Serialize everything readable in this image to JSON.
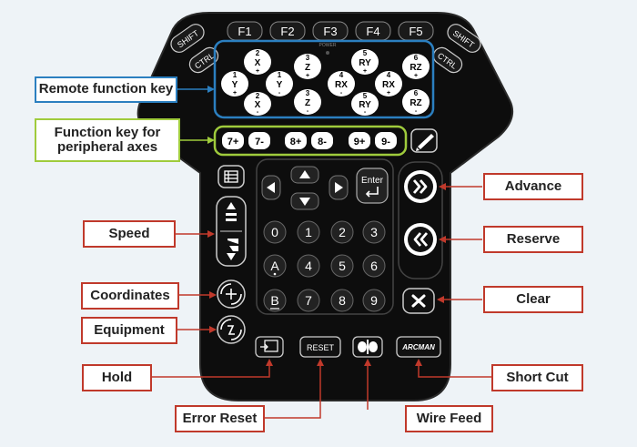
{
  "callouts": {
    "remote_function_key": "Remote function key",
    "peripheral_axes": [
      "Function key for",
      "peripheral axes"
    ],
    "speed": "Speed",
    "coordinates": "Coordinates",
    "equipment": "Equipment",
    "hold": "Hold",
    "error_reset": "Error Reset",
    "wire_feed": "Wire Feed",
    "advance": "Advance",
    "reserve": "Reserve",
    "clear": "Clear",
    "short_cut": "Short Cut"
  },
  "top_keys": {
    "shift": "SHIFT",
    "ctrl": "CTRL",
    "f_keys": [
      "F1",
      "F2",
      "F3",
      "F4",
      "F5"
    ],
    "power": "POWER"
  },
  "axis_keys": [
    {
      "num": "1",
      "axis": "Y",
      "sign": "+"
    },
    {
      "num": "2",
      "axis": "X",
      "sign": "+"
    },
    {
      "num": "1",
      "axis": "Y",
      "sign": "-"
    },
    {
      "num": "2",
      "axis": "X",
      "sign": "-"
    },
    {
      "num": "3",
      "axis": "Z",
      "sign": "+"
    },
    {
      "num": "3",
      "axis": "Z",
      "sign": "-"
    },
    {
      "num": "4",
      "axis": "RX",
      "sign": "-"
    },
    {
      "num": "5",
      "axis": "RY",
      "sign": "+"
    },
    {
      "num": "5",
      "axis": "RY",
      "sign": "-"
    },
    {
      "num": "4",
      "axis": "RX",
      "sign": "+"
    },
    {
      "num": "6",
      "axis": "RZ",
      "sign": "+"
    },
    {
      "num": "6",
      "axis": "RZ",
      "sign": "-"
    }
  ],
  "peripheral_keys": [
    "7+",
    "7-",
    "8+",
    "8-",
    "9+",
    "9-"
  ],
  "numpad": [
    "0",
    "1",
    "2",
    "3",
    "A",
    "4",
    "5",
    "6",
    "B",
    "7",
    "8",
    "9"
  ],
  "enter_label": "Enter",
  "bottom_keys": {
    "reset": "RESET",
    "arcman": "ARCMAN"
  },
  "colors": {
    "background": "#eef3f7",
    "pendant": "#0d0d0d",
    "callout_border": "#c0392b",
    "remote_border": "#2b7fc0",
    "peripheral_border": "#9fcb3c"
  }
}
